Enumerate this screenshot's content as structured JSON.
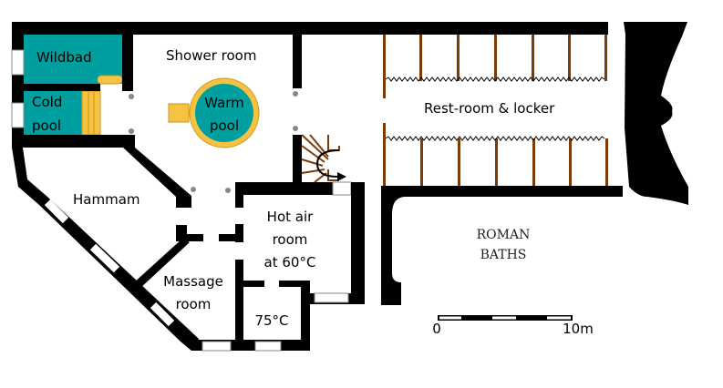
{
  "title": "Roman baths floor plan",
  "rooms": {
    "wildbad": "Wildbad",
    "cold_pool_1": "Cold",
    "cold_pool_2": "pool",
    "shower_room": "Shower room",
    "warm_pool_1": "Warm",
    "warm_pool_2": "pool",
    "rest_room": "Rest-room & locker",
    "hammam": "Hammam",
    "hot_air_1": "Hot air",
    "hot_air_2": "room",
    "hot_air_3": "at 60°C",
    "massage_1": "Massage",
    "massage_2": "room",
    "sauna": "75°C",
    "roman_1": "ROMAN",
    "roman_2": "BATHS"
  },
  "scale": {
    "start": "0",
    "end": "10m"
  },
  "colors": {
    "water": "#009f9f",
    "steps": "#f5c242",
    "wood": "#7a3d0a",
    "wall": "#000000"
  }
}
